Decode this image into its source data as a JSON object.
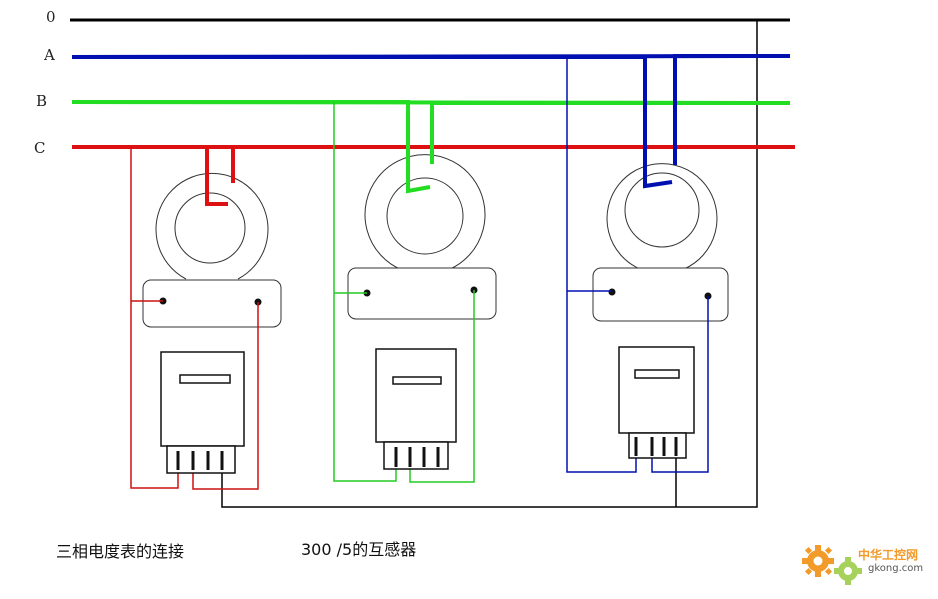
{
  "bus_labels": {
    "neutral": "0",
    "a": "A",
    "b": "B",
    "c": "C"
  },
  "caption_meter": "三相电度表的连接",
  "caption_ct": "300 /5的互感器",
  "watermark": {
    "name": "中华工控网",
    "url": "gkong.com"
  },
  "colors": {
    "neutral": "#000000",
    "phase_a": "#0010b0",
    "phase_b": "#22dd22",
    "phase_c": "#dd1111",
    "outline": "#333333"
  },
  "icons": [
    "gear-icon"
  ]
}
